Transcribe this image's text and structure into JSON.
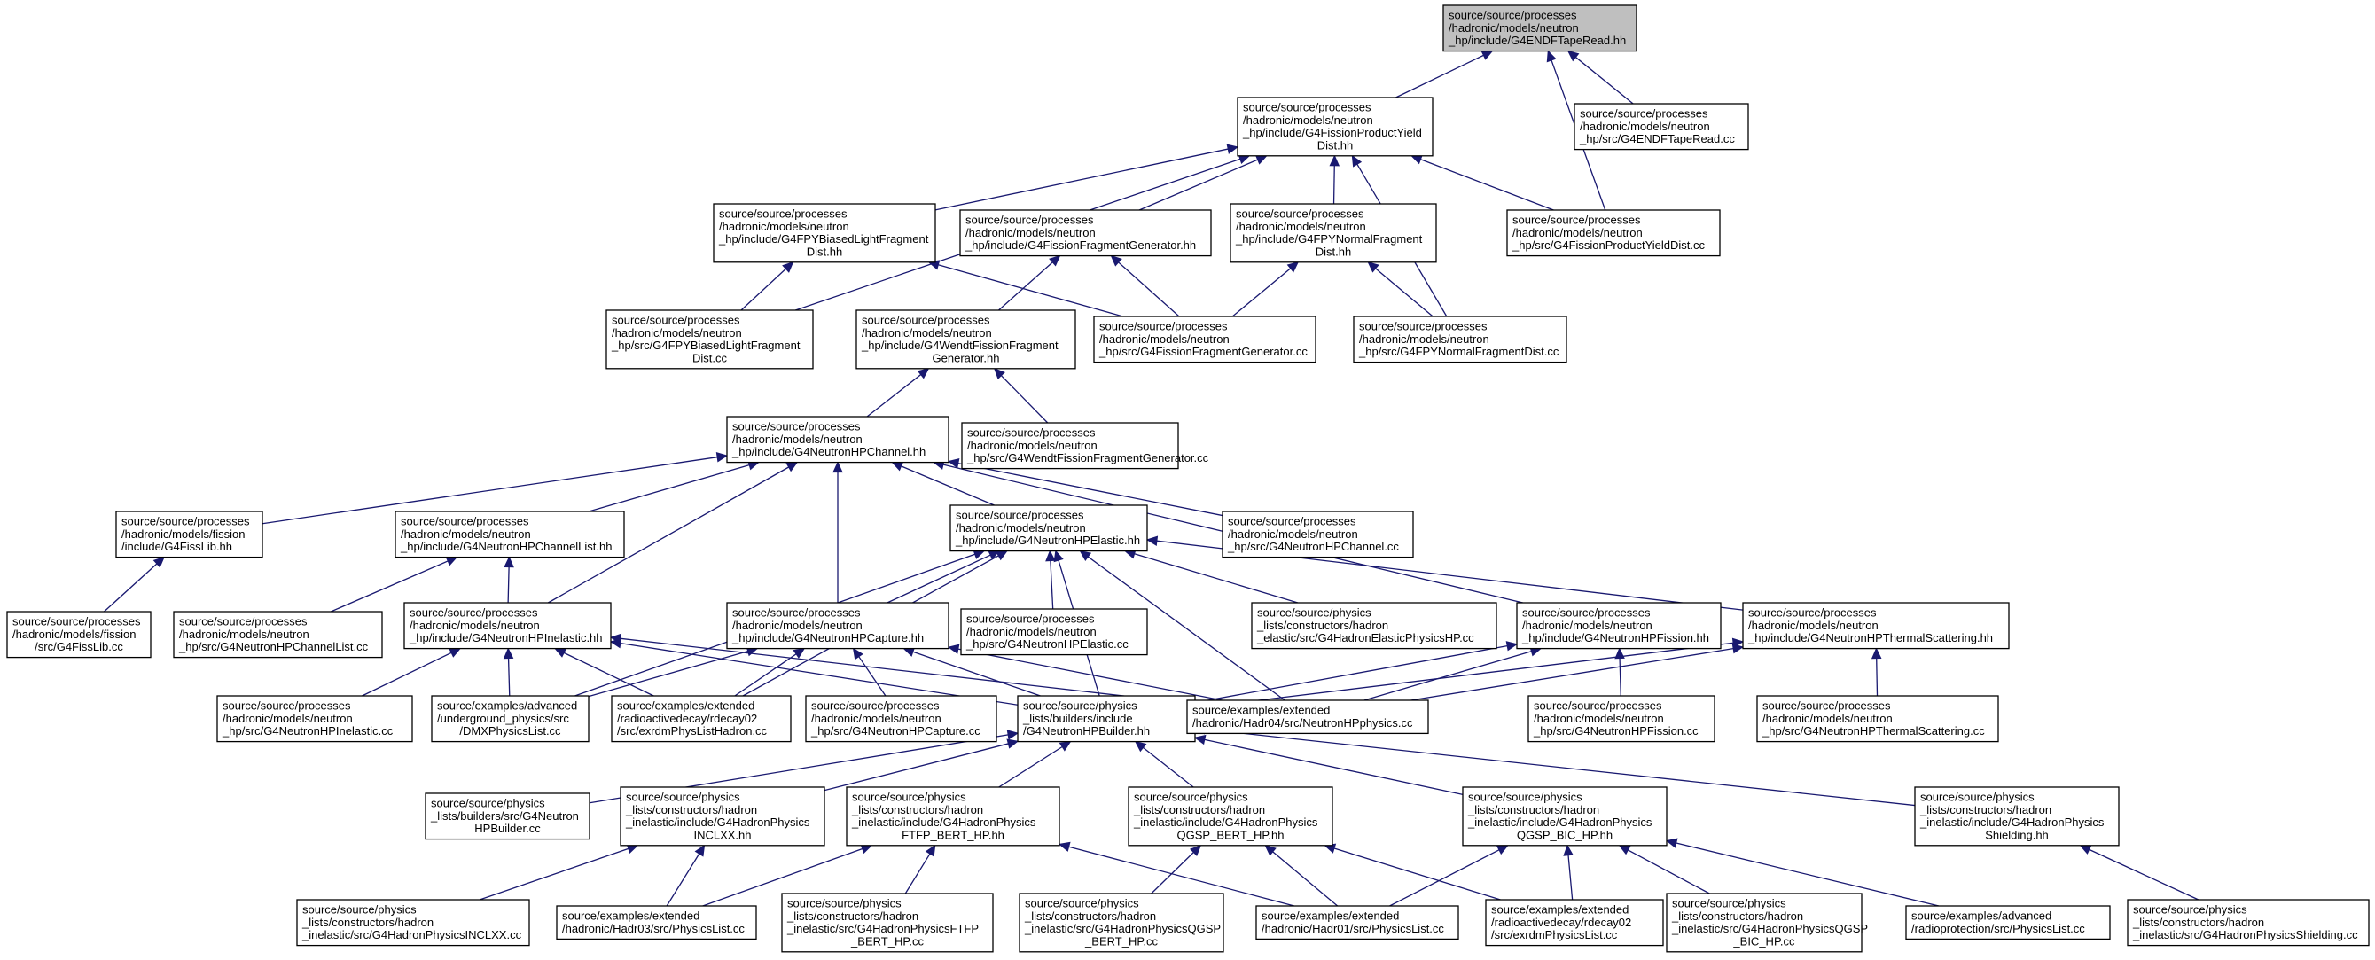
{
  "nodes": [
    {
      "id": "n0",
      "lines": [
        "source/source/processes",
        "/hadronic/models/neutron",
        "_hp/include/G4ENDFTapeRead.hh"
      ],
      "root": true
    },
    {
      "id": "n1",
      "lines": [
        "source/source/processes",
        "/hadronic/models/neutron",
        "_hp/include/G4FissionProductYield",
        "Dist.hh"
      ]
    },
    {
      "id": "n2",
      "lines": [
        "source/source/processes",
        "/hadronic/models/neutron",
        "_hp/src/G4ENDFTapeRead.cc"
      ]
    },
    {
      "id": "n3",
      "lines": [
        "source/source/processes",
        "/hadronic/models/neutron",
        "_hp/include/G4FPYBiasedLightFragment",
        "Dist.hh"
      ]
    },
    {
      "id": "n4",
      "lines": [
        "source/source/processes",
        "/hadronic/models/neutron",
        "_hp/include/G4FissionFragmentGenerator.hh"
      ]
    },
    {
      "id": "n5",
      "lines": [
        "source/source/processes",
        "/hadronic/models/neutron",
        "_hp/include/G4FPYNormalFragment",
        "Dist.hh"
      ]
    },
    {
      "id": "n6",
      "lines": [
        "source/source/processes",
        "/hadronic/models/neutron",
        "_hp/src/G4FissionProductYieldDist.cc"
      ]
    },
    {
      "id": "n7",
      "lines": [
        "source/source/processes",
        "/hadronic/models/neutron",
        "_hp/src/G4FPYBiasedLightFragment",
        "Dist.cc"
      ]
    },
    {
      "id": "n8",
      "lines": [
        "source/source/processes",
        "/hadronic/models/neutron",
        "_hp/include/G4WendtFissionFragment",
        "Generator.hh"
      ]
    },
    {
      "id": "n9",
      "lines": [
        "source/source/processes",
        "/hadronic/models/neutron",
        "_hp/src/G4FissionFragmentGenerator.cc"
      ]
    },
    {
      "id": "n10",
      "lines": [
        "source/source/processes",
        "/hadronic/models/neutron",
        "_hp/src/G4FPYNormalFragmentDist.cc"
      ]
    },
    {
      "id": "n11",
      "lines": [
        "source/source/processes",
        "/hadronic/models/neutron",
        "_hp/include/G4NeutronHPChannel.hh"
      ]
    },
    {
      "id": "n12",
      "lines": [
        "source/source/processes",
        "/hadronic/models/neutron",
        "_hp/src/G4WendtFissionFragmentGenerator.cc"
      ]
    },
    {
      "id": "n13",
      "lines": [
        "source/source/processes",
        "/hadronic/models/fission",
        "/include/G4FissLib.hh"
      ]
    },
    {
      "id": "n14",
      "lines": [
        "source/source/processes",
        "/hadronic/models/neutron",
        "_hp/include/G4NeutronHPChannelList.hh"
      ]
    },
    {
      "id": "n15",
      "lines": [
        "source/source/processes",
        "/hadronic/models/neutron",
        "_hp/include/G4NeutronHPElastic.hh"
      ]
    },
    {
      "id": "n16",
      "lines": [
        "source/source/processes",
        "/hadronic/models/neutron",
        "_hp/src/G4NeutronHPChannel.cc"
      ]
    },
    {
      "id": "n17",
      "lines": [
        "source/source/processes",
        "/hadronic/models/fission",
        "/src/G4FissLib.cc"
      ]
    },
    {
      "id": "n18",
      "lines": [
        "source/source/processes",
        "/hadronic/models/neutron",
        "_hp/src/G4NeutronHPChannelList.cc"
      ]
    },
    {
      "id": "n19",
      "lines": [
        "source/source/processes",
        "/hadronic/models/neutron",
        "_hp/include/G4NeutronHPInelastic.hh"
      ]
    },
    {
      "id": "n20",
      "lines": [
        "source/source/processes",
        "/hadronic/models/neutron",
        "_hp/include/G4NeutronHPCapture.hh"
      ]
    },
    {
      "id": "n21",
      "lines": [
        "source/source/processes",
        "/hadronic/models/neutron",
        "_hp/src/G4NeutronHPElastic.cc"
      ]
    },
    {
      "id": "n22",
      "lines": [
        "source/source/physics",
        "_lists/constructors/hadron",
        "_elastic/src/G4HadronElasticPhysicsHP.cc"
      ]
    },
    {
      "id": "n23",
      "lines": [
        "source/source/processes",
        "/hadronic/models/neutron",
        "_hp/include/G4NeutronHPFission.hh"
      ]
    },
    {
      "id": "n24",
      "lines": [
        "source/source/processes",
        "/hadronic/models/neutron",
        "_hp/include/G4NeutronHPThermalScattering.hh"
      ]
    },
    {
      "id": "n25",
      "lines": [
        "source/source/processes",
        "/hadronic/models/neutron",
        "_hp/src/G4NeutronHPInelastic.cc"
      ]
    },
    {
      "id": "n26",
      "lines": [
        "source/examples/advanced",
        "/underground_physics/src",
        "/DMXPhysicsList.cc"
      ]
    },
    {
      "id": "n27",
      "lines": [
        "source/examples/extended",
        "/radioactivedecay/rdecay02",
        "/src/exrdmPhysListHadron.cc"
      ]
    },
    {
      "id": "n28",
      "lines": [
        "source/source/processes",
        "/hadronic/models/neutron",
        "_hp/src/G4NeutronHPCapture.cc"
      ]
    },
    {
      "id": "n29",
      "lines": [
        "source/source/physics",
        "_lists/builders/include",
        "/G4NeutronHPBuilder.hh"
      ]
    },
    {
      "id": "n30",
      "lines": [
        "source/examples/extended",
        "/hadronic/Hadr04/src/NeutronHPphysics.cc"
      ]
    },
    {
      "id": "n31",
      "lines": [
        "source/source/processes",
        "/hadronic/models/neutron",
        "_hp/src/G4NeutronHPFission.cc"
      ]
    },
    {
      "id": "n32",
      "lines": [
        "source/source/processes",
        "/hadronic/models/neutron",
        "_hp/src/G4NeutronHPThermalScattering.cc"
      ]
    },
    {
      "id": "n33",
      "lines": [
        "source/source/physics",
        "_lists/builders/src/G4Neutron",
        "HPBuilder.cc"
      ]
    },
    {
      "id": "n34",
      "lines": [
        "source/source/physics",
        "_lists/constructors/hadron",
        "_inelastic/include/G4HadronPhysics",
        "INCLXX.hh"
      ]
    },
    {
      "id": "n35",
      "lines": [
        "source/source/physics",
        "_lists/constructors/hadron",
        "_inelastic/include/G4HadronPhysics",
        "FTFP_BERT_HP.hh"
      ]
    },
    {
      "id": "n36",
      "lines": [
        "source/source/physics",
        "_lists/constructors/hadron",
        "_inelastic/include/G4HadronPhysics",
        "QGSP_BERT_HP.hh"
      ]
    },
    {
      "id": "n37",
      "lines": [
        "source/source/physics",
        "_lists/constructors/hadron",
        "_inelastic/include/G4HadronPhysics",
        "QGSP_BIC_HP.hh"
      ]
    },
    {
      "id": "n38",
      "lines": [
        "source/source/physics",
        "_lists/constructors/hadron",
        "_inelastic/include/G4HadronPhysics",
        "Shielding.hh"
      ]
    },
    {
      "id": "n39",
      "lines": [
        "source/source/physics",
        "_lists/constructors/hadron",
        "_inelastic/src/G4HadronPhysicsINCLXX.cc"
      ]
    },
    {
      "id": "n40",
      "lines": [
        "source/examples/extended",
        "/hadronic/Hadr03/src/PhysicsList.cc"
      ]
    },
    {
      "id": "n41",
      "lines": [
        "source/source/physics",
        "_lists/constructors/hadron",
        "_inelastic/src/G4HadronPhysicsFTFP",
        "_BERT_HP.cc"
      ]
    },
    {
      "id": "n42",
      "lines": [
        "source/source/physics",
        "_lists/constructors/hadron",
        "_inelastic/src/G4HadronPhysicsQGSP",
        "_BERT_HP.cc"
      ]
    },
    {
      "id": "n43",
      "lines": [
        "source/examples/extended",
        "/hadronic/Hadr01/src/PhysicsList.cc"
      ]
    },
    {
      "id": "n44",
      "lines": [
        "source/examples/extended",
        "/radioactivedecay/rdecay02",
        "/src/exrdmPhysicsList.cc"
      ]
    },
    {
      "id": "n45",
      "lines": [
        "source/source/physics",
        "_lists/constructors/hadron",
        "_inelastic/src/G4HadronPhysicsQGSP",
        "_BIC_HP.cc"
      ]
    },
    {
      "id": "n46",
      "lines": [
        "source/examples/advanced",
        "/radioprotection/src/PhysicsList.cc"
      ]
    },
    {
      "id": "n47",
      "lines": [
        "source/source/physics",
        "_lists/constructors/hadron",
        "_inelastic/src/G4HadronPhysicsShielding.cc"
      ]
    }
  ],
  "edges": [
    [
      "n1",
      "n0"
    ],
    [
      "n2",
      "n0"
    ],
    [
      "n6",
      "n0"
    ],
    [
      "n3",
      "n1"
    ],
    [
      "n4",
      "n1"
    ],
    [
      "n5",
      "n1"
    ],
    [
      "n6",
      "n1"
    ],
    [
      "n7",
      "n1"
    ],
    [
      "n10",
      "n1"
    ],
    [
      "n7",
      "n3"
    ],
    [
      "n9",
      "n3"
    ],
    [
      "n8",
      "n4"
    ],
    [
      "n9",
      "n4"
    ],
    [
      "n9",
      "n5"
    ],
    [
      "n10",
      "n5"
    ],
    [
      "n11",
      "n8"
    ],
    [
      "n12",
      "n8"
    ],
    [
      "n13",
      "n11"
    ],
    [
      "n14",
      "n11"
    ],
    [
      "n15",
      "n11"
    ],
    [
      "n16",
      "n11"
    ],
    [
      "n19",
      "n11"
    ],
    [
      "n20",
      "n11"
    ],
    [
      "n23",
      "n11"
    ],
    [
      "n17",
      "n13"
    ],
    [
      "n18",
      "n14"
    ],
    [
      "n19",
      "n14"
    ],
    [
      "n20",
      "n15"
    ],
    [
      "n21",
      "n15"
    ],
    [
      "n22",
      "n15"
    ],
    [
      "n24",
      "n15"
    ],
    [
      "n26",
      "n15"
    ],
    [
      "n27",
      "n15"
    ],
    [
      "n29",
      "n15"
    ],
    [
      "n30",
      "n15"
    ],
    [
      "n25",
      "n19"
    ],
    [
      "n26",
      "n19"
    ],
    [
      "n27",
      "n19"
    ],
    [
      "n29",
      "n19"
    ],
    [
      "n30",
      "n19"
    ],
    [
      "n26",
      "n20"
    ],
    [
      "n27",
      "n20"
    ],
    [
      "n28",
      "n20"
    ],
    [
      "n29",
      "n20"
    ],
    [
      "n30",
      "n20"
    ],
    [
      "n29",
      "n23"
    ],
    [
      "n30",
      "n23"
    ],
    [
      "n31",
      "n23"
    ],
    [
      "n29",
      "n24"
    ],
    [
      "n30",
      "n24"
    ],
    [
      "n32",
      "n24"
    ],
    [
      "n33",
      "n29"
    ],
    [
      "n34",
      "n29"
    ],
    [
      "n35",
      "n29"
    ],
    [
      "n36",
      "n29"
    ],
    [
      "n37",
      "n29"
    ],
    [
      "n38",
      "n29"
    ],
    [
      "n39",
      "n34"
    ],
    [
      "n40",
      "n34"
    ],
    [
      "n40",
      "n35"
    ],
    [
      "n41",
      "n35"
    ],
    [
      "n43",
      "n35"
    ],
    [
      "n42",
      "n36"
    ],
    [
      "n43",
      "n36"
    ],
    [
      "n44",
      "n36"
    ],
    [
      "n43",
      "n37"
    ],
    [
      "n44",
      "n37"
    ],
    [
      "n45",
      "n37"
    ],
    [
      "n46",
      "n37"
    ],
    [
      "n47",
      "n38"
    ]
  ]
}
